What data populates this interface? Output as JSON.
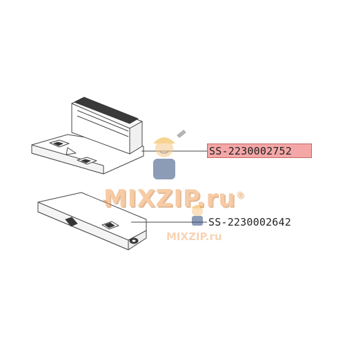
{
  "parts": [
    {
      "code": "SS-2230002752",
      "highlighted": true
    },
    {
      "code": "SS-2230002642",
      "highlighted": false
    }
  ],
  "watermark": {
    "brand": "MIXZIP.ru",
    "brand_small": "MIXZIP.ru",
    "registered": "®"
  },
  "colors": {
    "highlight_fill": "#f4a7a7",
    "highlight_border": "#c86464",
    "line": "#444444",
    "watermark": "#f1a15c"
  }
}
